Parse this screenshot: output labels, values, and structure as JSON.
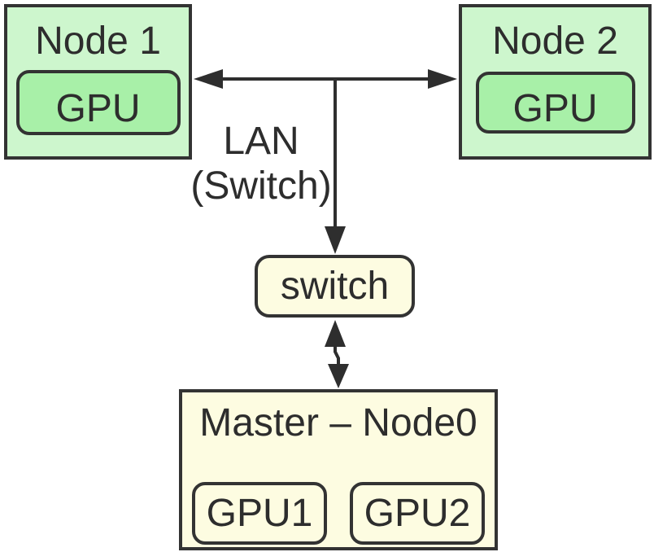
{
  "diagram": {
    "node1": {
      "label": "Node 1",
      "gpu": "GPU"
    },
    "node2": {
      "label": "Node 2",
      "gpu": "GPU"
    },
    "lan_label": {
      "line1": "LAN",
      "line2": "(Switch)"
    },
    "switch": {
      "label": "switch"
    },
    "master": {
      "label": "Master – Node0",
      "gpu1": "GPU1",
      "gpu2": "GPU2"
    },
    "colors": {
      "node_fill": "#cdf6cd",
      "node_gpu_fill": "#a8f0a8",
      "cream_fill": "#fdfce1",
      "border_color": "#333333",
      "line_color": "#2e2e2e",
      "text_color": "#2d2d2d",
      "bg_color": "#ffffff"
    }
  }
}
